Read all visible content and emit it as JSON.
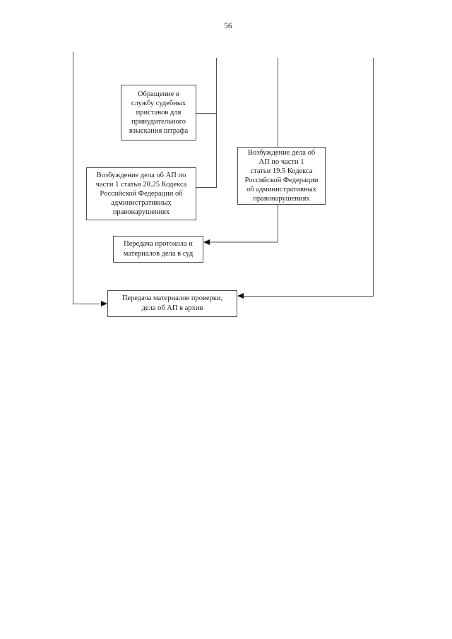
{
  "page": {
    "number": "56",
    "background": "#ffffff"
  },
  "flowchart": {
    "colors": {
      "line": "#4f4f4f",
      "line_light": "#a3a3a3",
      "arrowhead": "#111111",
      "box_border": "#4f4f4f",
      "text": "#1c1c1c"
    },
    "boxes": {
      "bailiff": {
        "lines": [
          "Обращение в",
          "службу судебных",
          "приставов для",
          "принудительного",
          "взыскания штрафа"
        ]
      },
      "case_19_5": {
        "lines": [
          "Возбуждение дела об",
          "АП по части 1",
          "статьи 19.5 Кодекса",
          "Российской Федерации",
          "об административных",
          "правонарушениях"
        ]
      },
      "case_20_25": {
        "lines": [
          "Возбуждение дела об АП по",
          "части 1 статьи 20.25 Кодекса",
          "Российской Федерации об",
          "административных",
          "правонарушениях"
        ]
      },
      "court": {
        "lines": [
          "Передача протокола и",
          "материалов дела в суд"
        ]
      },
      "archive": {
        "lines": [
          "Передача материалов проверки,",
          "дела об АП в архив"
        ]
      }
    }
  }
}
